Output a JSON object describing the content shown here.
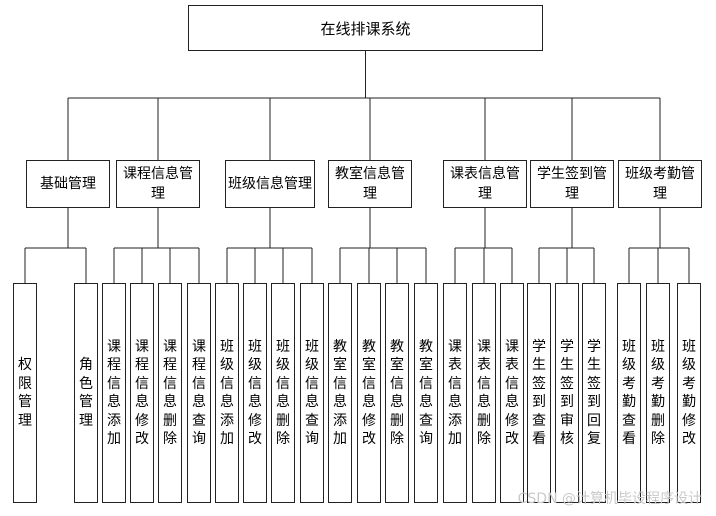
{
  "title": "在线排课系统",
  "modules": [
    {
      "label": "基础管理",
      "children": [
        "权限管理",
        "角色管理"
      ]
    },
    {
      "label": "课程信息管理",
      "children": [
        "课程信息添加",
        "课程信息修改",
        "课程信息删除",
        "课程信息查询"
      ]
    },
    {
      "label": "班级信息管理",
      "children": [
        "班级信息添加",
        "班级信息修改",
        "班级信息删除",
        "班级信息查询"
      ]
    },
    {
      "label": "教室信息管理",
      "children": [
        "教室信息添加",
        "教室信息修改",
        "教室信息删除",
        "教室信息查询"
      ]
    },
    {
      "label": "课表信息管理",
      "children": [
        "课表信息添加",
        "课表信息删除",
        "课表信息修改"
      ]
    },
    {
      "label": "学生签到管理",
      "children": [
        "学生签到查看",
        "学生签到审核",
        "学生签到回复"
      ]
    },
    {
      "label": "班级考勤管理",
      "children": [
        "班级考勤查看",
        "班级考勤删除",
        "班级考勤修改"
      ]
    }
  ],
  "watermark": "CSDN @计算机毕设程序设计"
}
